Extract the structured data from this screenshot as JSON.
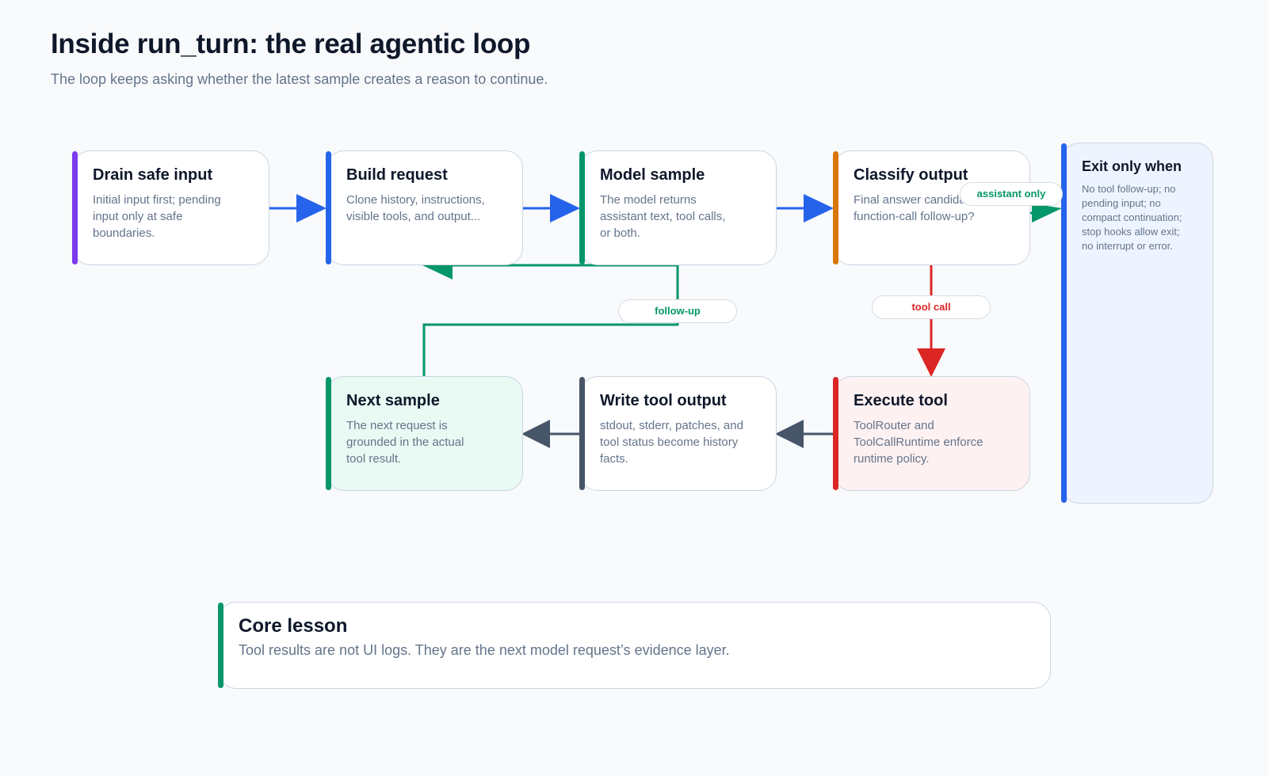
{
  "header": {
    "title": "Inside run_turn: the real agentic loop",
    "subtitle": "The loop keeps asking whether the latest sample creates a reason to continue."
  },
  "nodes": {
    "drain": {
      "title": "Drain safe input",
      "body": "Initial input first; pending input only at safe boundaries.",
      "accent": "#7c3aed"
    },
    "build": {
      "title": "Build request",
      "body": "Clone history, instructions, visible tools, and output...",
      "accent": "#2563eb"
    },
    "model": {
      "title": "Model sample",
      "body": "The model returns assistant text, tool calls, or both.",
      "accent": "#059669"
    },
    "classify": {
      "title": "Classify output",
      "body": "Final answer candidate or function-call follow-up?",
      "accent": "#d97706"
    },
    "execute": {
      "title": "Execute tool",
      "body": "ToolRouter and ToolCallRuntime enforce runtime policy.",
      "accent": "#dc2626",
      "fill": "#fef1f1"
    },
    "write": {
      "title": "Write tool output",
      "body": "stdout, stderr, patches, and tool status become history facts.",
      "accent": "#475569"
    },
    "next": {
      "title": "Next sample",
      "body": "The next request is grounded in the actual tool result.",
      "accent": "#059669",
      "fill": "#e8faf3"
    }
  },
  "exit": {
    "title": "Exit only when",
    "body": "No tool follow-up; no pending input; no compact continuation; stop hooks allow exit; no interrupt or error.",
    "accent": "#2563eb"
  },
  "edge_labels": {
    "follow_up": "follow-up",
    "tool_call": "tool call",
    "assistant_only": "assistant only"
  },
  "lesson": {
    "title": "Core lesson",
    "body": "Tool results are not UI logs. They are the next model request’s evidence layer.",
    "accent": "#059669"
  },
  "colors": {
    "blue": "#2563eb",
    "green": "#059669",
    "red": "#dc2626",
    "slate": "#475569"
  }
}
